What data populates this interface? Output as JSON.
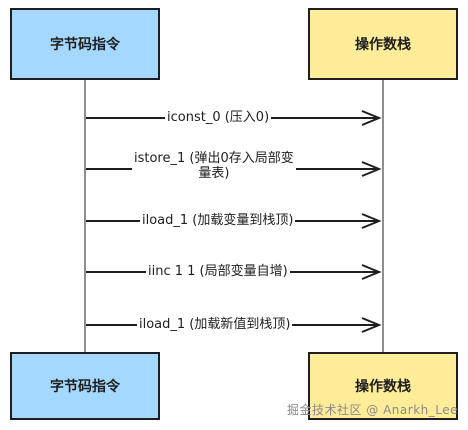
{
  "participants": {
    "left_label": "字节码指令",
    "right_label": "操作数栈"
  },
  "messages": [
    {
      "label": "iconst_0 (压入0)"
    },
    {
      "label": "istore_1 (弹出0存入局部变\n量表)"
    },
    {
      "label": "iload_1 (加载变量到栈顶)"
    },
    {
      "label": "iinc 1 1 (局部变量自增)"
    },
    {
      "label": "iload_1 (加载新值到栈顶)"
    }
  ],
  "watermark": "掘金技术社区 @ Anarkh_Lee",
  "colors": {
    "left_box": "#a5d8ff",
    "right_box": "#ffec99",
    "stroke": "#1e1e1e"
  }
}
